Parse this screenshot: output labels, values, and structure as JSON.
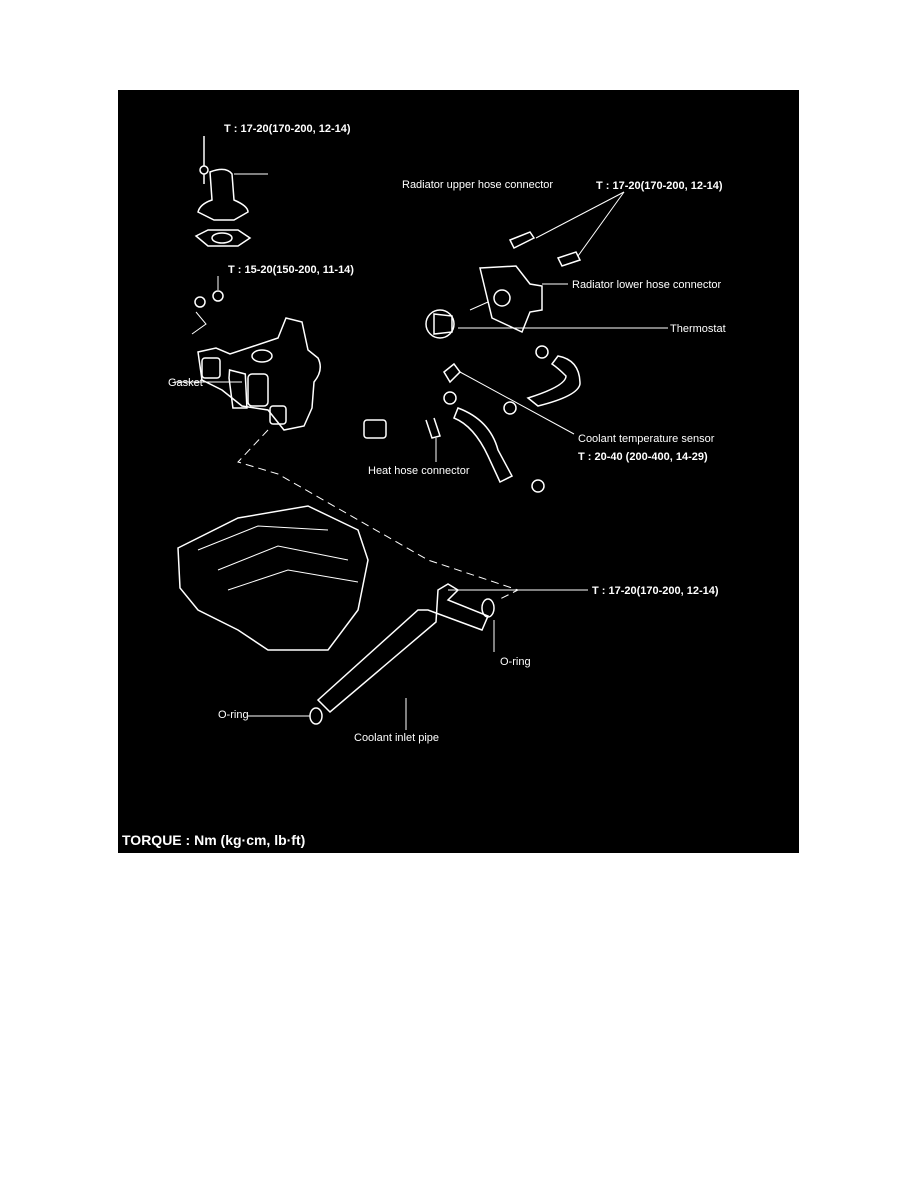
{
  "diagram": {
    "labels": {
      "torque_upper_connector": "T : 17-20(170-200, 12-14)",
      "radiator_upper_hose_connector": "Radiator upper hose connector",
      "torque_lower_connector": "T : 17-20(170-200, 12-14)",
      "torque_nut": "T : 15-20(150-200, 11-14)",
      "radiator_lower_hose_connector": "Radiator lower hose connector",
      "thermostat": "Thermostat",
      "gasket": "Gasket",
      "coolant_temperature_sensor": "Coolant temperature sensor",
      "torque_sensor": "T : 20-40 (200-400, 14-29)",
      "heat_hose_connector": "Heat hose connector",
      "torque_inlet_pipe": "T : 17-20(170-200, 12-14)",
      "o_ring_right": "O-ring",
      "o_ring_left": "O-ring",
      "coolant_inlet_pipe": "Coolant inlet pipe"
    },
    "footer": "TORQUE : Nm (kg·cm, lb·ft)",
    "colors": {
      "background": "#000000",
      "lines": "#ffffff"
    }
  }
}
